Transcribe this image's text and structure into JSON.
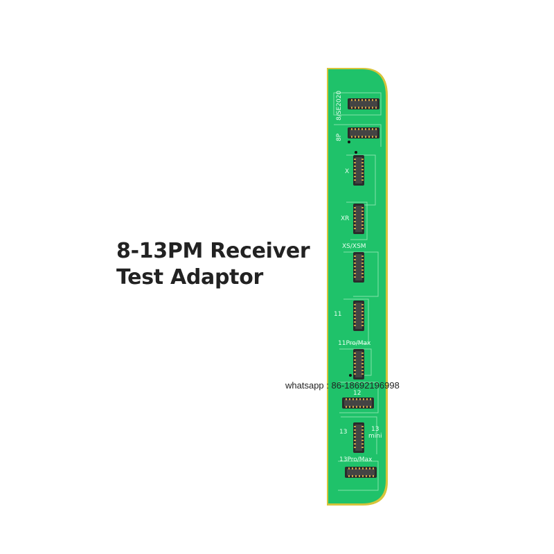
{
  "title": {
    "line1": "8-13PM Receiver",
    "line2": "Test Adaptor"
  },
  "watermark": "whatsapp : 86-18692196998",
  "colors": {
    "board": "#1fc26a",
    "edge": "#d6c43a",
    "trace": "#8fe6b2",
    "connector": "#2b2b2b",
    "pin": "#c9a04a"
  },
  "board": {
    "labels": {
      "se2020": "8/SE2020",
      "p8": "8P",
      "x": "X",
      "xr": "XR",
      "xsxsm": "XS/XSM",
      "m11": "11",
      "pro11": "11Pro/Max",
      "m12": "12",
      "m13": "13",
      "mini13": "13",
      "mini13b": "mini",
      "pro13": "13Pro/Max"
    }
  }
}
